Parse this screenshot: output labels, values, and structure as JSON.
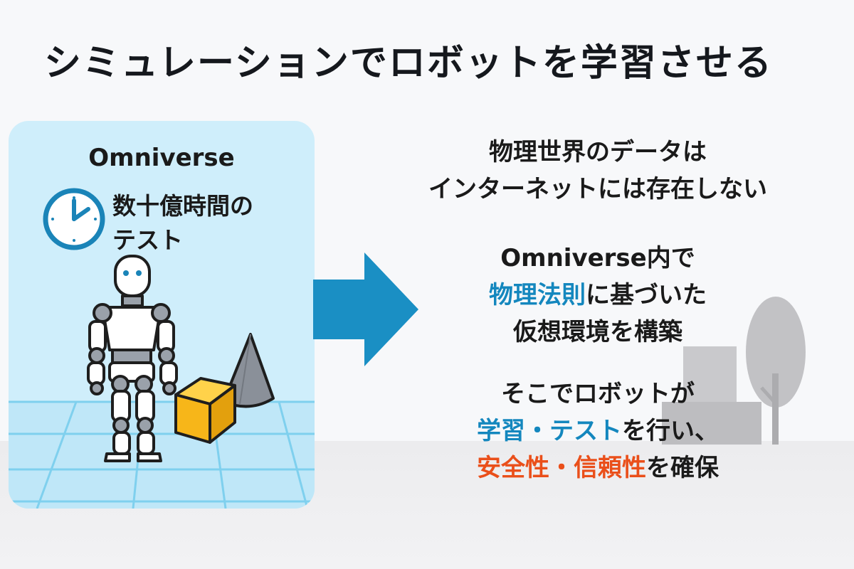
{
  "title": "シミュレーションでロボットを学習させる",
  "panel": {
    "label": "Omniverse",
    "test_line1": "数十億時間の",
    "test_line2": "テスト"
  },
  "icons": {
    "clock": "clock-icon",
    "robot": "robot-illustration",
    "cube": "cube-object",
    "cone": "cone-object",
    "arrow": "arrow-right-icon",
    "scenery": "tree-building-scenery"
  },
  "colors": {
    "accent_blue": "#1487be",
    "accent_orange": "#ea4f1a",
    "panel_bg": "#cfeefb",
    "arrow": "#1a8fc4"
  },
  "blocks": {
    "b1": {
      "line1": "物理世界のデータは",
      "line2": "インターネットには存在しない"
    },
    "b2": {
      "line1": "Omniverse内で",
      "line2_hl": "物理法則",
      "line2_rest": "に基づいた",
      "line3": "仮想環境を構築"
    },
    "b3": {
      "line1": "そこでロボットが",
      "line2_hl": "学習・テスト",
      "line2_rest": "を行い、",
      "line3_hl": "安全性・信頼性",
      "line3_rest": "を確保"
    }
  }
}
